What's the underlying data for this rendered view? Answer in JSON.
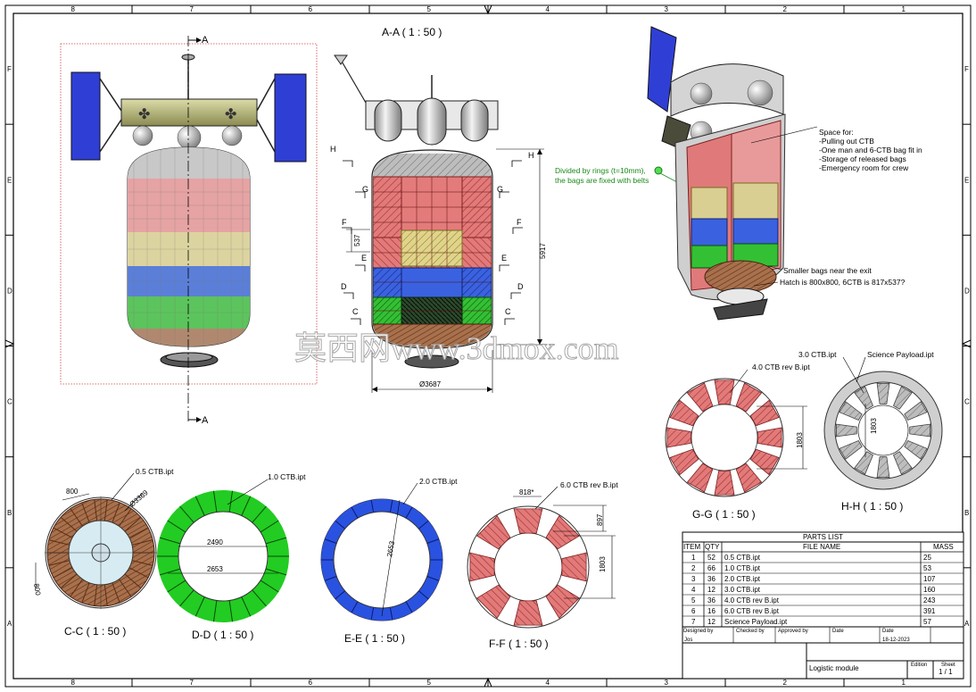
{
  "border": {
    "cols": [
      "8",
      "7",
      "6",
      "5",
      "4",
      "3",
      "2",
      "1"
    ],
    "rows": [
      "F",
      "E",
      "D",
      "C",
      "B",
      "A"
    ]
  },
  "views": {
    "aa_title": "A-A ( 1 : 50 )",
    "cut_a": "A",
    "section_marks": {
      "h": "H",
      "g": "G",
      "f": "F",
      "e": "E",
      "d": "D",
      "c": "C"
    },
    "dims": {
      "height": "5917",
      "ring": "537",
      "diameter": "Ø3687"
    },
    "rings_note": [
      "Divided by rings (t=10mm),",
      "the bags are fixed with belts"
    ],
    "iso_notes": {
      "space_for": [
        "Space for:",
        "-Pulling out CTB",
        "-One man and 6-CTB bag fit in",
        "-Storage of released bags",
        "-Emergency room for crew"
      ],
      "smaller": "Smaller bags near the exit",
      "hatch": "Hatch is 800x800, 6CTB is 817x537?"
    },
    "gg": {
      "title": "G-G ( 1 : 50 )",
      "callout": "4.0 CTB rev B.ipt",
      "dim": "1803"
    },
    "hh": {
      "title": "H-H ( 1 : 50 )",
      "callout1": "3.0 CTB.ipt",
      "callout2": "Science Payload.ipt",
      "dim": "1803"
    },
    "cc": {
      "title": "C-C ( 1 : 50 )",
      "callout": "0.5 CTB.ipt",
      "dim1": "800",
      "dim2": "Ø3369",
      "dim3": "800"
    },
    "dd": {
      "title": "D-D ( 1 : 50 )",
      "callout": "1.0 CTB.ipt",
      "dim1": "2490",
      "dim2": "2653"
    },
    "ee": {
      "title": "E-E ( 1 : 50 )",
      "callout": "2.0 CTB.ipt",
      "dim": "2653"
    },
    "ff": {
      "title": "F-F ( 1 : 50 )",
      "callout": "6.0 CTB rev B.ipt",
      "dim1": "818*",
      "dim2": "897",
      "dim3": "1803"
    }
  },
  "watermark": "莫西网www.3dmox.com",
  "parts_list": {
    "title": "PARTS LIST",
    "headers": {
      "item": "ITEM",
      "qty": "QTY",
      "file": "FILE NAME",
      "mass": "MASS"
    },
    "rows": [
      {
        "item": "1",
        "qty": "52",
        "name": "0.5 CTB.ipt",
        "mass": "25"
      },
      {
        "item": "2",
        "qty": "66",
        "name": "1.0 CTB.ipt",
        "mass": "53"
      },
      {
        "item": "3",
        "qty": "36",
        "name": "2.0 CTB.ipt",
        "mass": "107"
      },
      {
        "item": "4",
        "qty": "12",
        "name": "3.0 CTB.ipt",
        "mass": "160"
      },
      {
        "item": "5",
        "qty": "36",
        "name": "4.0 CTB rev B.ipt",
        "mass": "243"
      },
      {
        "item": "6",
        "qty": "16",
        "name": "6.0 CTB rev B.ipt",
        "mass": "391"
      },
      {
        "item": "7",
        "qty": "12",
        "name": "Science Payload.ipt",
        "mass": "57"
      }
    ]
  },
  "title_block": {
    "designed_by_label": "Designed by",
    "designed_by": "Jos",
    "checked_by_label": "Checked by",
    "approved_by_label": "Approved by",
    "date_label": "Date",
    "date_label2": "Date",
    "date": "18-12-2023",
    "title": "Logistic module",
    "edition_label": "Edition",
    "sheet_label": "Sheet",
    "sheet": "1 / 1"
  },
  "colors": {
    "red": "#e07474",
    "pink": "#eaa3a3",
    "khaki": "#d8cf96",
    "blue": "#3d6fd4",
    "green": "#3fb83f",
    "brown": "#a8704c",
    "gray": "#b9b9b9",
    "solar": "#2f3fd6",
    "ring_green": "#22cc22",
    "ring_blue": "#2a52e0",
    "ring_red": "#e06a6a"
  }
}
